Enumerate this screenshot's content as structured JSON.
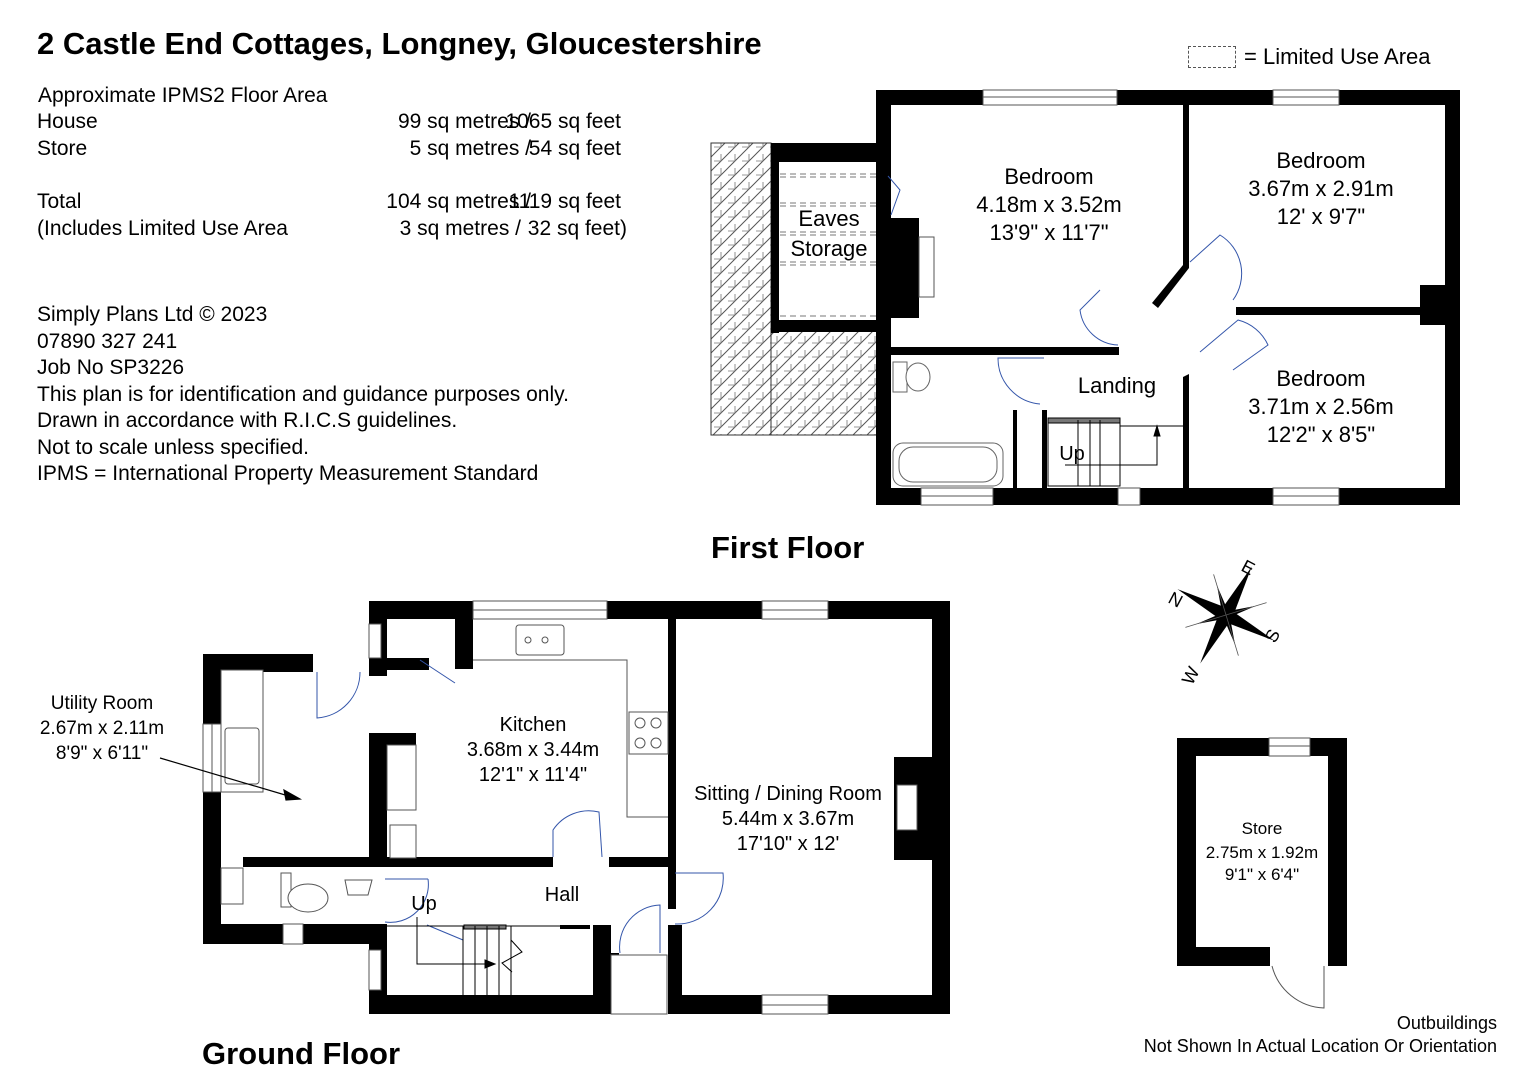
{
  "title": "2 Castle End Cottages, Longney, Gloucestershire",
  "legend": {
    "label": "= Limited Use Area"
  },
  "areas": {
    "heading": "Approximate IPMS2 Floor Area",
    "rows": [
      {
        "label": "House",
        "metres": "99 sq metres /",
        "feet": "1065 sq feet"
      },
      {
        "label": "Store",
        "metres": "5 sq metres /",
        "feet": "54 sq feet"
      },
      {
        "label": "Total",
        "metres": "104 sq metres /",
        "feet": "1119 sq feet"
      },
      {
        "label": "(Includes Limited Use Area",
        "metres": "3 sq metres /",
        "feet": "32 sq feet)"
      }
    ]
  },
  "notes": [
    "Simply Plans Ltd © 2023",
    "07890 327 241",
    "Job No SP3226",
    "This plan is for identification and guidance purposes only.",
    "Drawn in accordance with R.I.C.S guidelines.",
    "Not to scale unless specified.",
    "IPMS = International Property Measurement Standard"
  ],
  "first_floor": {
    "title": "First Floor",
    "rooms": {
      "eaves": {
        "line1": "Eaves",
        "line2": "Storage"
      },
      "bedroom1": {
        "name": "Bedroom",
        "metric": "4.18m x 3.52m",
        "imperial": "13'9\" x 11'7\""
      },
      "bedroom2": {
        "name": "Bedroom",
        "metric": "3.67m x 2.91m",
        "imperial": "12' x 9'7\""
      },
      "bedroom3": {
        "name": "Bedroom",
        "metric": "3.71m x 2.56m",
        "imperial": "12'2\" x 8'5\""
      },
      "landing": {
        "name": "Landing"
      },
      "stairs": {
        "label": "Up"
      }
    }
  },
  "ground_floor": {
    "title": "Ground Floor",
    "rooms": {
      "utility": {
        "name": "Utility Room",
        "metric": "2.67m x 2.11m",
        "imperial": "8'9\" x 6'11\""
      },
      "kitchen": {
        "name": "Kitchen",
        "metric": "3.68m x 3.44m",
        "imperial": "12'1\" x 11'4\""
      },
      "sitting": {
        "name": "Sitting / Dining Room",
        "metric": "5.44m x 3.67m",
        "imperial": "17'10\" x 12'"
      },
      "hall": {
        "name": "Hall"
      },
      "stairs": {
        "label": "Up"
      }
    }
  },
  "store": {
    "name": "Store",
    "metric": "2.75m x 1.92m",
    "imperial": "9'1\" x 6'4\""
  },
  "compass": {
    "n": "N",
    "e": "E",
    "s": "S",
    "w": "W"
  },
  "footer": {
    "line1": "Outbuildings",
    "line2": "Not Shown In Actual Location Or Orientation"
  },
  "colors": {
    "wall": "#000000",
    "door": "#3355aa",
    "fixture": "#666666"
  }
}
